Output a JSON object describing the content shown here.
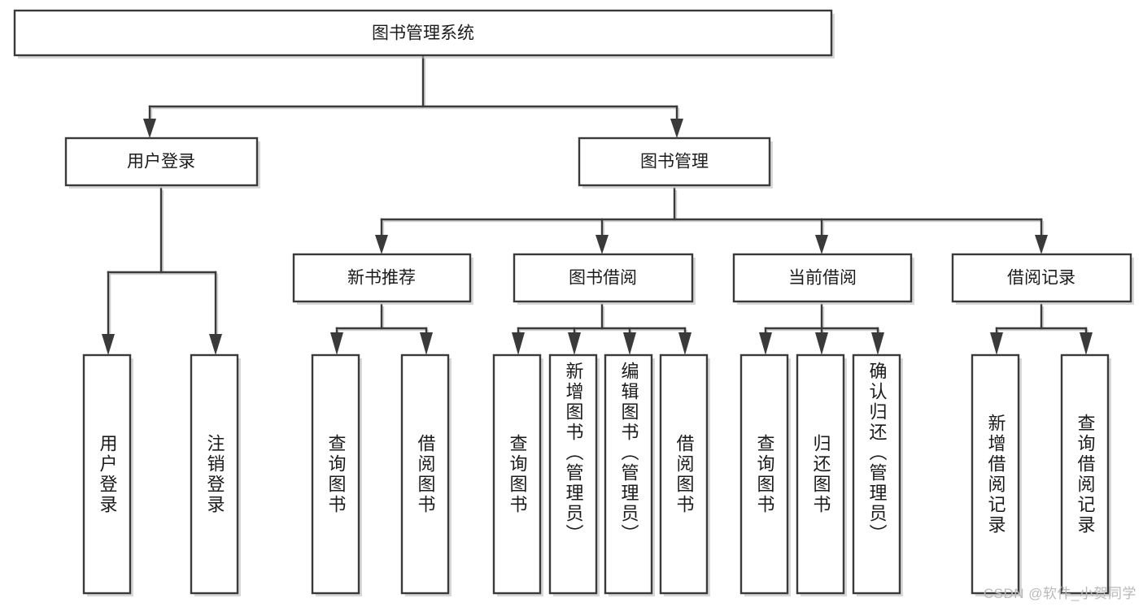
{
  "diagram": {
    "type": "tree-hierarchy-functional-decomposition",
    "title": "图书管理系统",
    "orientation": "top-down",
    "colors": {
      "box_fill": "#ffffff",
      "box_stroke": "#3a3a3a",
      "connector": "#3a3a3a",
      "shadow": "#b8b8b8",
      "text": "#1b1b1b",
      "watermark": "#b9b9b9",
      "background": "#ffffff"
    },
    "root": {
      "id": "root",
      "label": "图书管理系统"
    },
    "level2": [
      {
        "id": "user-login",
        "label": "用户登录"
      },
      {
        "id": "book-management",
        "label": "图书管理"
      }
    ],
    "level3": [
      {
        "id": "new-book-recommend",
        "label": "新书推荐",
        "parent": "book-management"
      },
      {
        "id": "book-borrow",
        "label": "图书借阅",
        "parent": "book-management"
      },
      {
        "id": "current-borrow",
        "label": "当前借阅",
        "parent": "book-management"
      },
      {
        "id": "borrow-record",
        "label": "借阅记录",
        "parent": "book-management"
      }
    ],
    "leaves": [
      {
        "id": "leaf-user-login",
        "label": "用户登录",
        "parent": "user-login"
      },
      {
        "id": "leaf-logout",
        "label": "注销登录",
        "parent": "user-login"
      },
      {
        "id": "leaf-query-book-1",
        "label": "查询图书",
        "parent": "new-book-recommend"
      },
      {
        "id": "leaf-borrow-book-1",
        "label": "借阅图书",
        "parent": "new-book-recommend"
      },
      {
        "id": "leaf-query-book-2",
        "label": "查询图书",
        "parent": "book-borrow"
      },
      {
        "id": "leaf-add-book",
        "label": "新增图书（管理员）",
        "parent": "book-borrow"
      },
      {
        "id": "leaf-edit-book",
        "label": "编辑图书（管理员）",
        "parent": "book-borrow"
      },
      {
        "id": "leaf-borrow-book-2",
        "label": "借阅图书",
        "parent": "book-borrow"
      },
      {
        "id": "leaf-query-book-3",
        "label": "查询图书",
        "parent": "current-borrow"
      },
      {
        "id": "leaf-return-book",
        "label": "归还图书",
        "parent": "current-borrow"
      },
      {
        "id": "leaf-confirm-return",
        "label": "确认归还（管理员）",
        "parent": "current-borrow"
      },
      {
        "id": "leaf-add-record",
        "label": "新增借阅记录",
        "parent": "borrow-record"
      },
      {
        "id": "leaf-query-record",
        "label": "查询借阅记录",
        "parent": "borrow-record"
      }
    ]
  },
  "watermark": {
    "text": "CSDN @软件_小贺同学"
  }
}
